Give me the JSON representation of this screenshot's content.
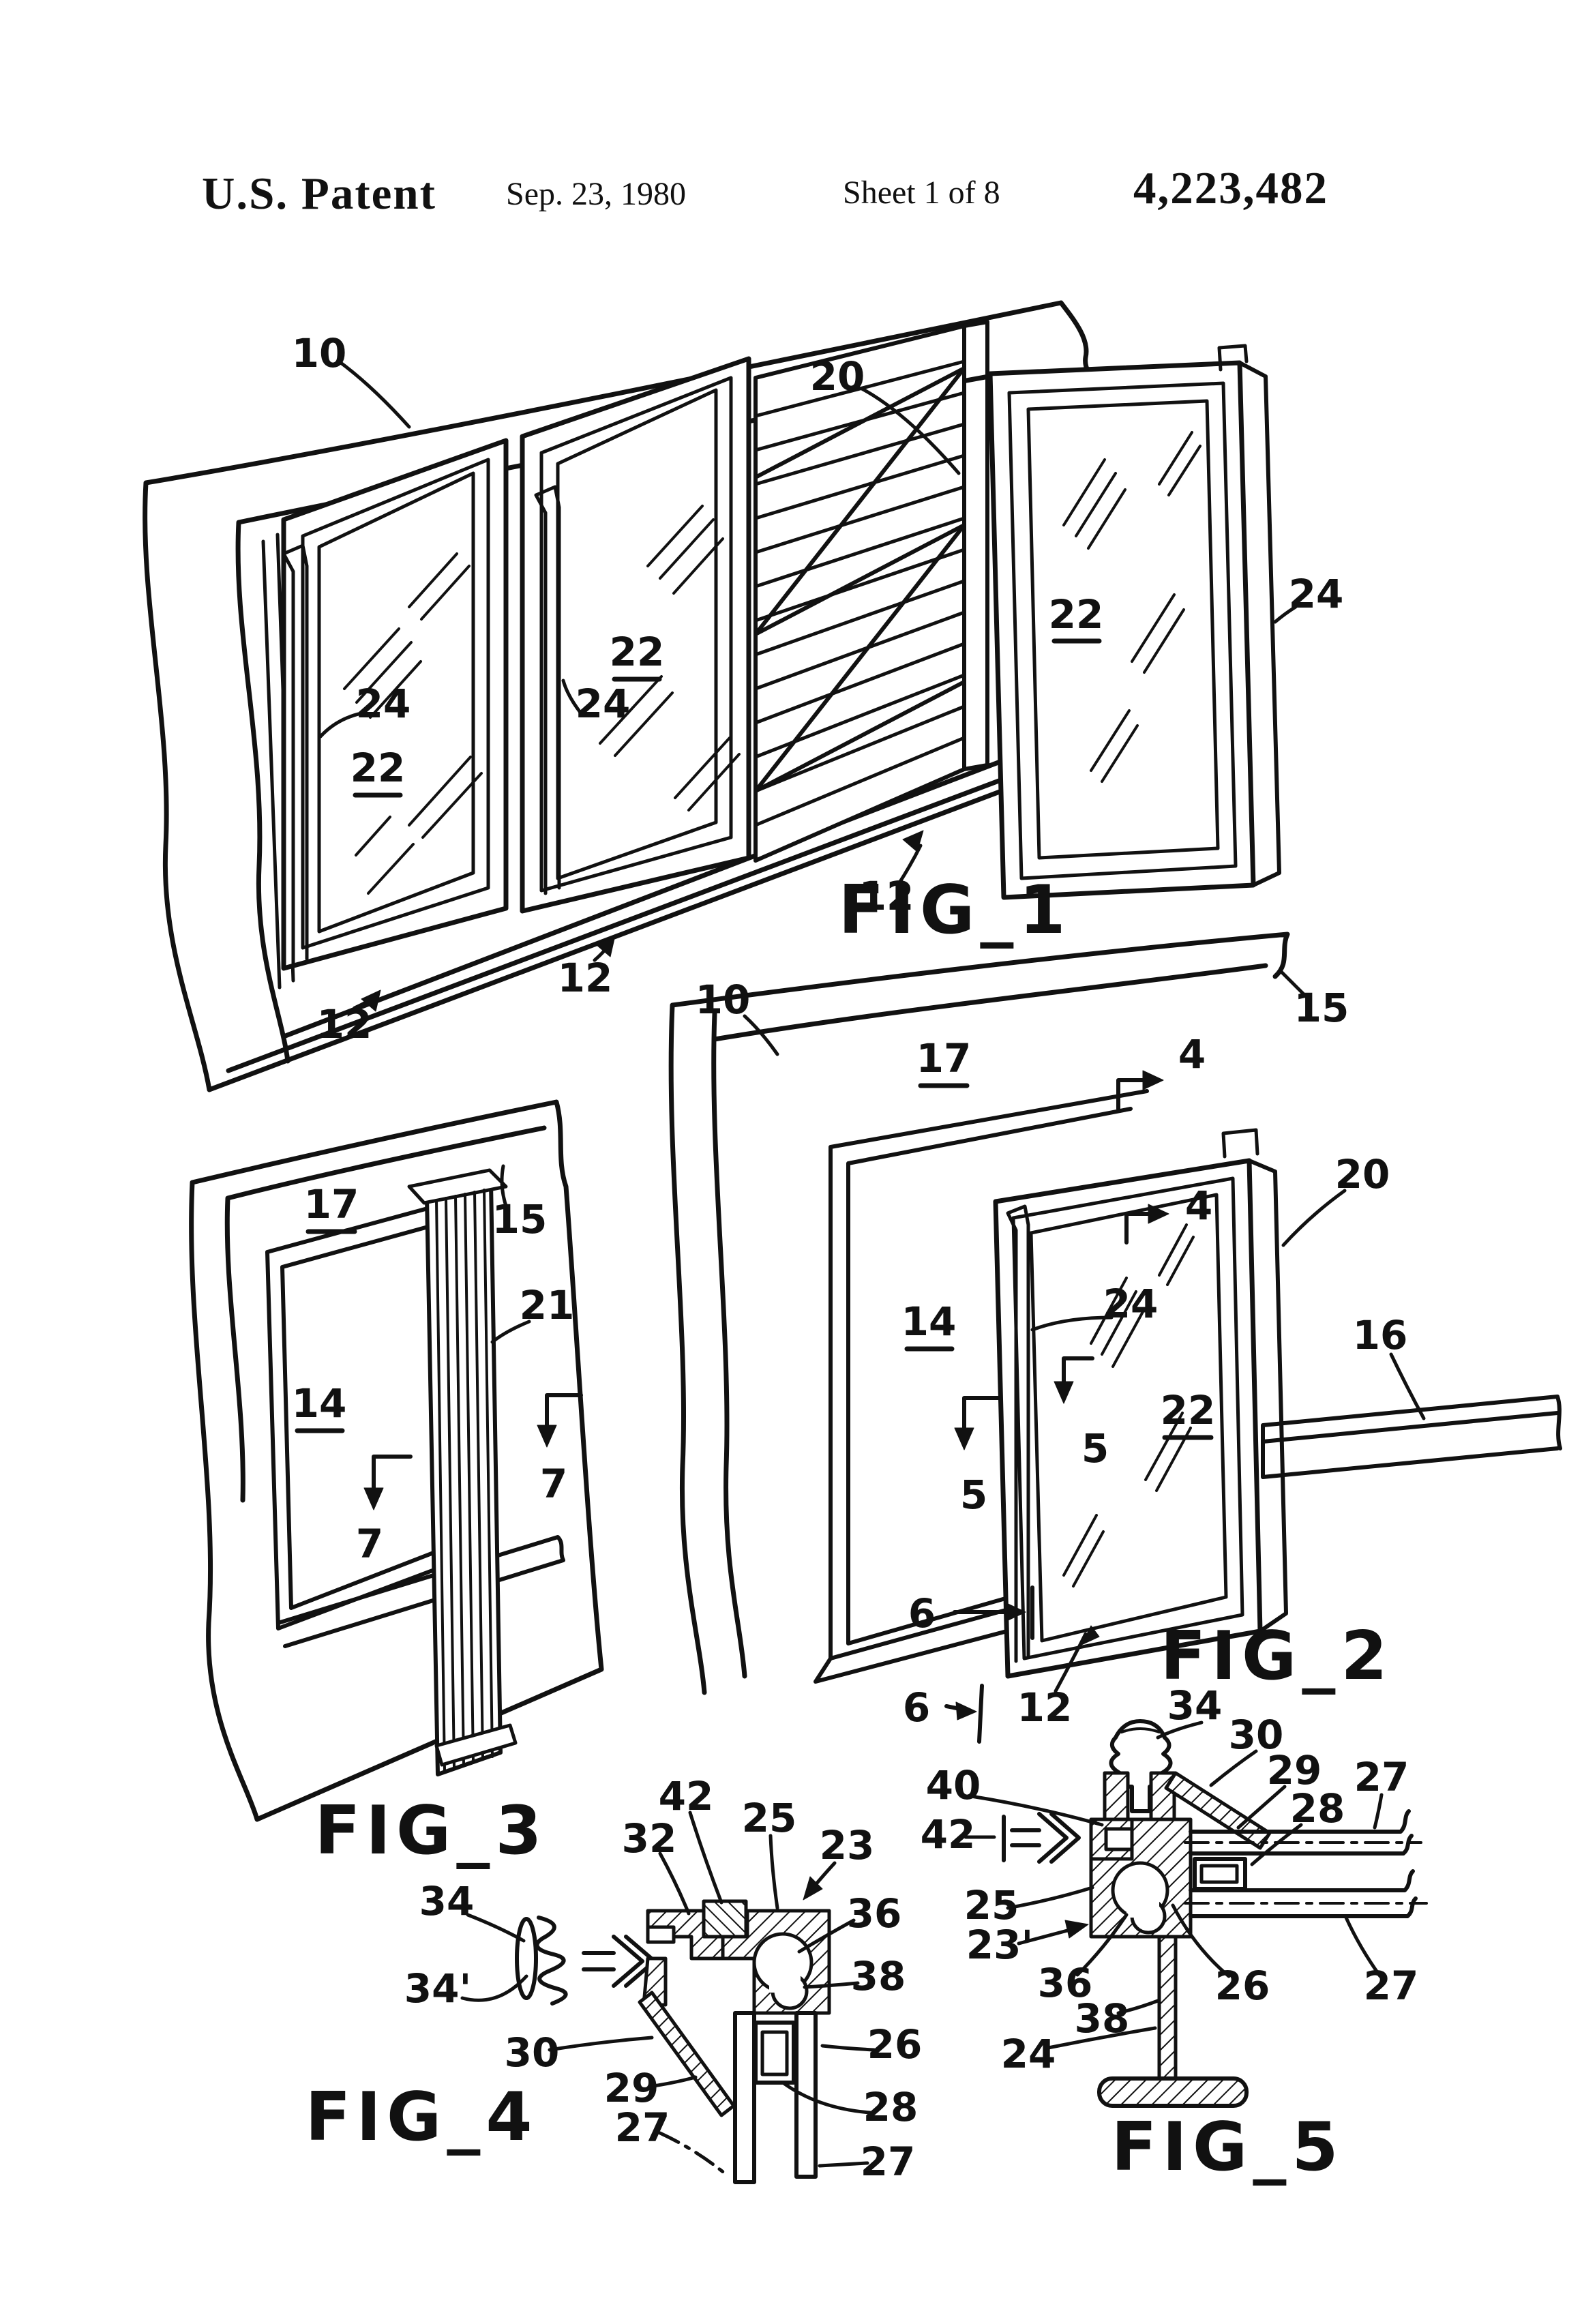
{
  "header": {
    "title": "U.S. Patent",
    "date": "Sep. 23, 1980",
    "sheet": "Sheet 1 of 8",
    "patent_number": "4,223,482"
  },
  "ink_color": "#111111",
  "paper_color": "#ffffff",
  "figures": {
    "fig1": {
      "caption": "FIG_1",
      "labels": [
        "10",
        "20",
        "22",
        "24",
        "22",
        "24",
        "22",
        "24",
        "12",
        "12",
        "12"
      ]
    },
    "fig2": {
      "caption": "FIG_2",
      "labels": [
        "10",
        "15",
        "17",
        "4",
        "4",
        "20",
        "14",
        "24",
        "22",
        "16",
        "5",
        "5",
        "6",
        "6",
        "12"
      ]
    },
    "fig3": {
      "caption": "FIG_3",
      "labels": [
        "17",
        "15",
        "21",
        "14",
        "7",
        "7"
      ]
    },
    "fig4": {
      "caption": "FIG_4",
      "labels": [
        "34",
        "34'",
        "32",
        "42",
        "25",
        "23",
        "36",
        "38",
        "26",
        "28",
        "29",
        "30",
        "27",
        "27"
      ]
    },
    "fig5": {
      "caption": "FIG_5",
      "labels": [
        "34",
        "30",
        "29",
        "28",
        "27",
        "27",
        "40",
        "42",
        "25",
        "23'",
        "36",
        "38",
        "24",
        "26"
      ]
    }
  }
}
